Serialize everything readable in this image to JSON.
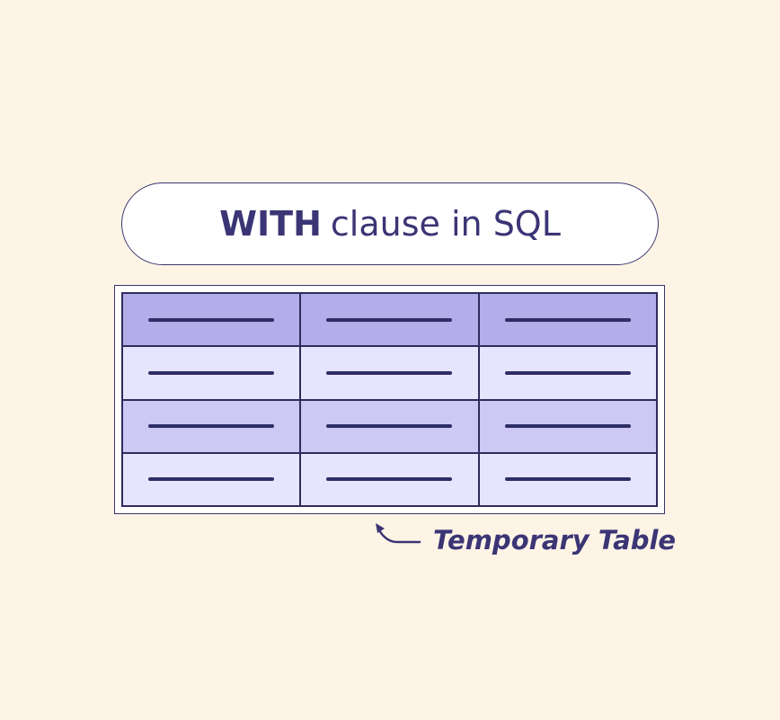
{
  "title": {
    "bold": "WITH",
    "rest": "clause in SQL"
  },
  "table": {
    "rows": 4,
    "cols": 3,
    "row_colors": [
      "#b3ade9",
      "#e7e5fd",
      "#cdc8f4",
      "#e7e5fd"
    ]
  },
  "caption": "Temporary Table",
  "colors": {
    "text": "#3b3575",
    "background": "#fef4e6"
  }
}
